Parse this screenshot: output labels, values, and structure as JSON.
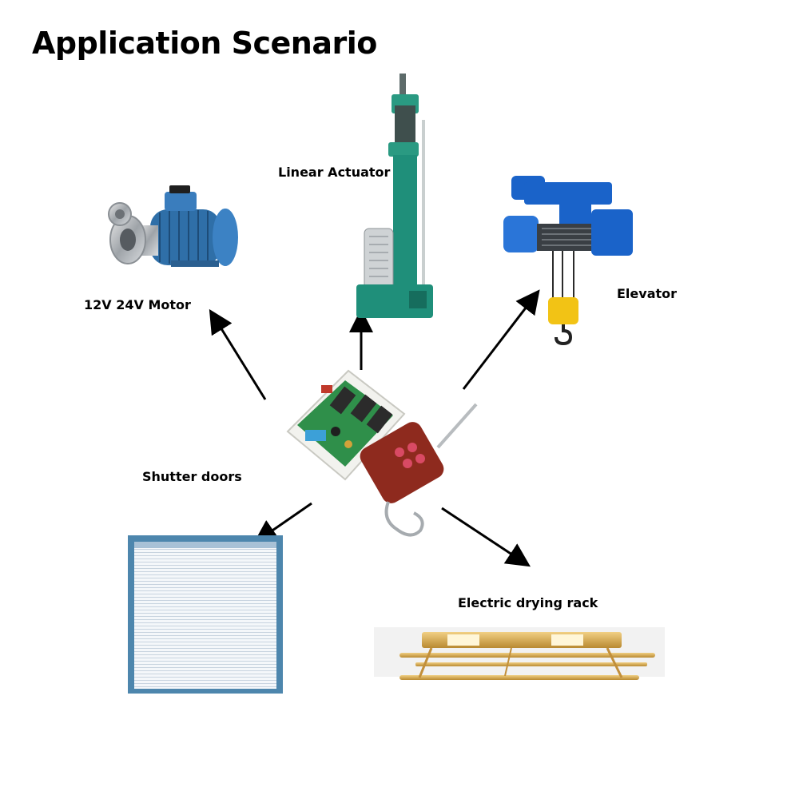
{
  "title": "Application Scenario",
  "labels": {
    "motor": "12V 24V Motor",
    "actuator": "Linear Actuator",
    "elevator": "Elevator",
    "shutter": "Shutter doors",
    "rack": "Electric drying rack"
  },
  "colors": {
    "motor_body": "#2f6fa8",
    "actuator_body": "#1f8f7a",
    "hoist_body": "#1a63c9",
    "hook_yellow": "#f2c315",
    "pcb_green": "#2f8f4a",
    "remote_red": "#8e2a1e",
    "shutter_frame": "#4d86ad",
    "rack_gold": "#d7a64a"
  }
}
